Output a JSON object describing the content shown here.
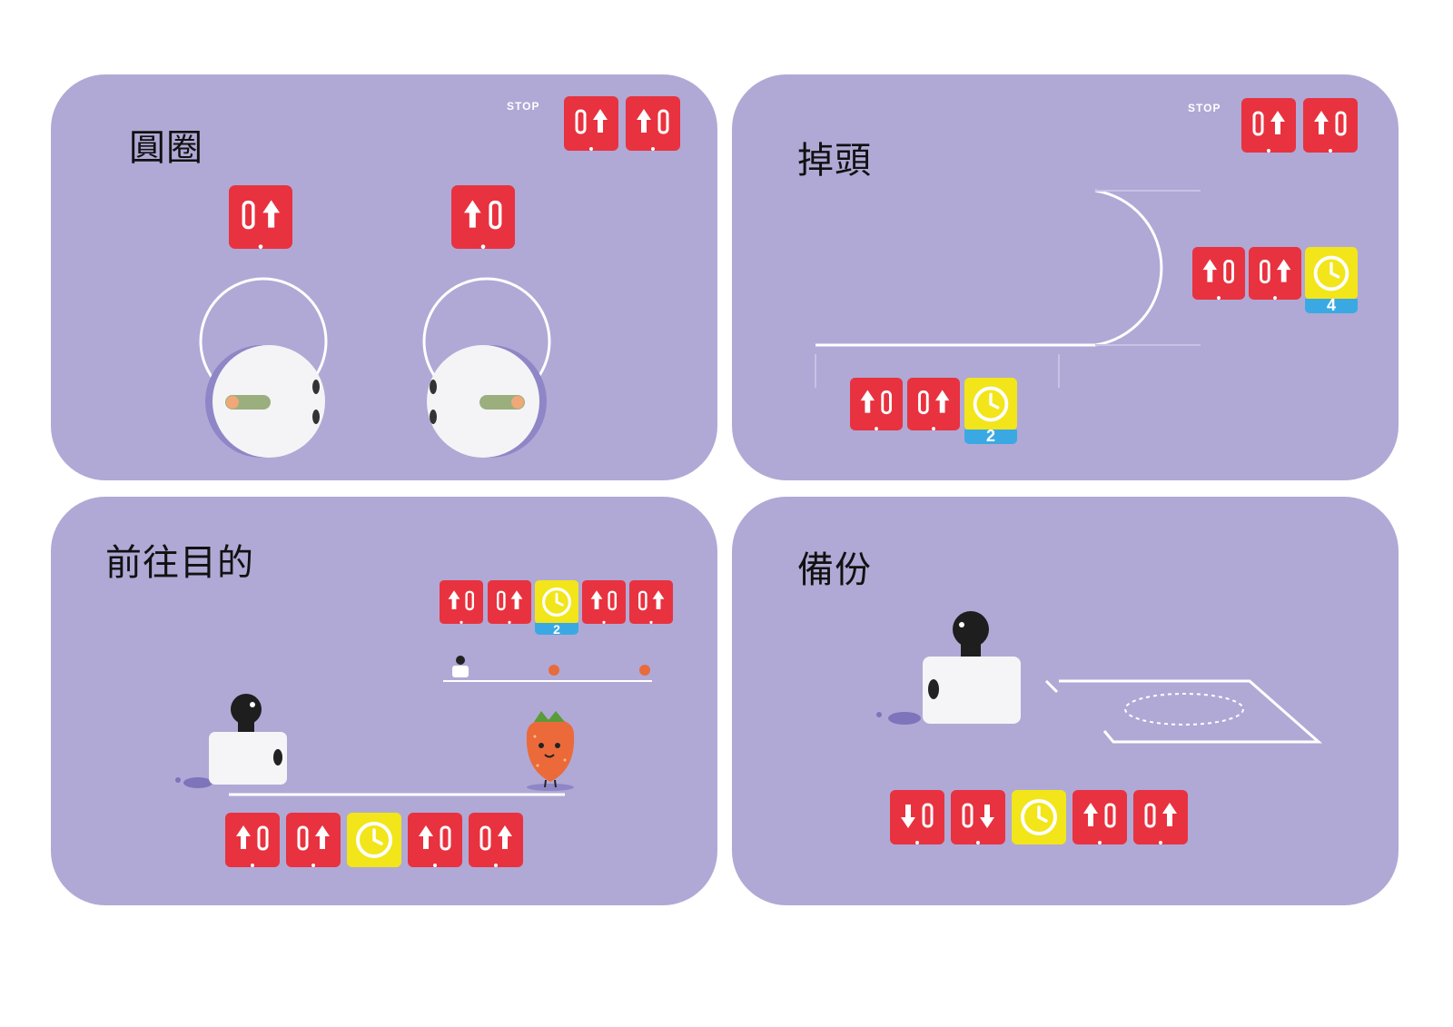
{
  "colors": {
    "panel": "#b0a9d5",
    "block_red": "#e8323f",
    "block_yellow": "#f2e51a",
    "badge_blue": "#3aa9e3"
  },
  "panels": [
    {
      "title": "圓圈",
      "stop_label": "STOP",
      "top_controls": [
        "right-forward-icon",
        "left-forward-icon"
      ],
      "blocks": [
        "right-forward-icon",
        "left-forward-icon"
      ]
    },
    {
      "title": "掉頭",
      "stop_label": "STOP",
      "top_controls": [
        "right-forward-icon",
        "left-forward-icon"
      ],
      "sequence_upper": [
        "left-forward-icon",
        "right-forward-icon",
        "timer-icon"
      ],
      "sequence_upper_timer": "4",
      "sequence_lower": [
        "left-forward-icon",
        "right-forward-icon",
        "timer-icon"
      ],
      "sequence_lower_timer": "2"
    },
    {
      "title": "前往目的",
      "sequence_small": [
        "left-forward-icon",
        "right-forward-icon",
        "timer-icon",
        "left-forward-icon",
        "right-forward-icon"
      ],
      "sequence_small_timer": "2",
      "sequence_large": [
        "left-forward-icon",
        "right-forward-icon",
        "timer-icon",
        "left-forward-icon",
        "right-forward-icon"
      ]
    },
    {
      "title": "備份",
      "sequence": [
        "left-backward-icon",
        "right-backward-icon",
        "timer-icon",
        "left-forward-icon",
        "right-forward-icon"
      ]
    }
  ]
}
